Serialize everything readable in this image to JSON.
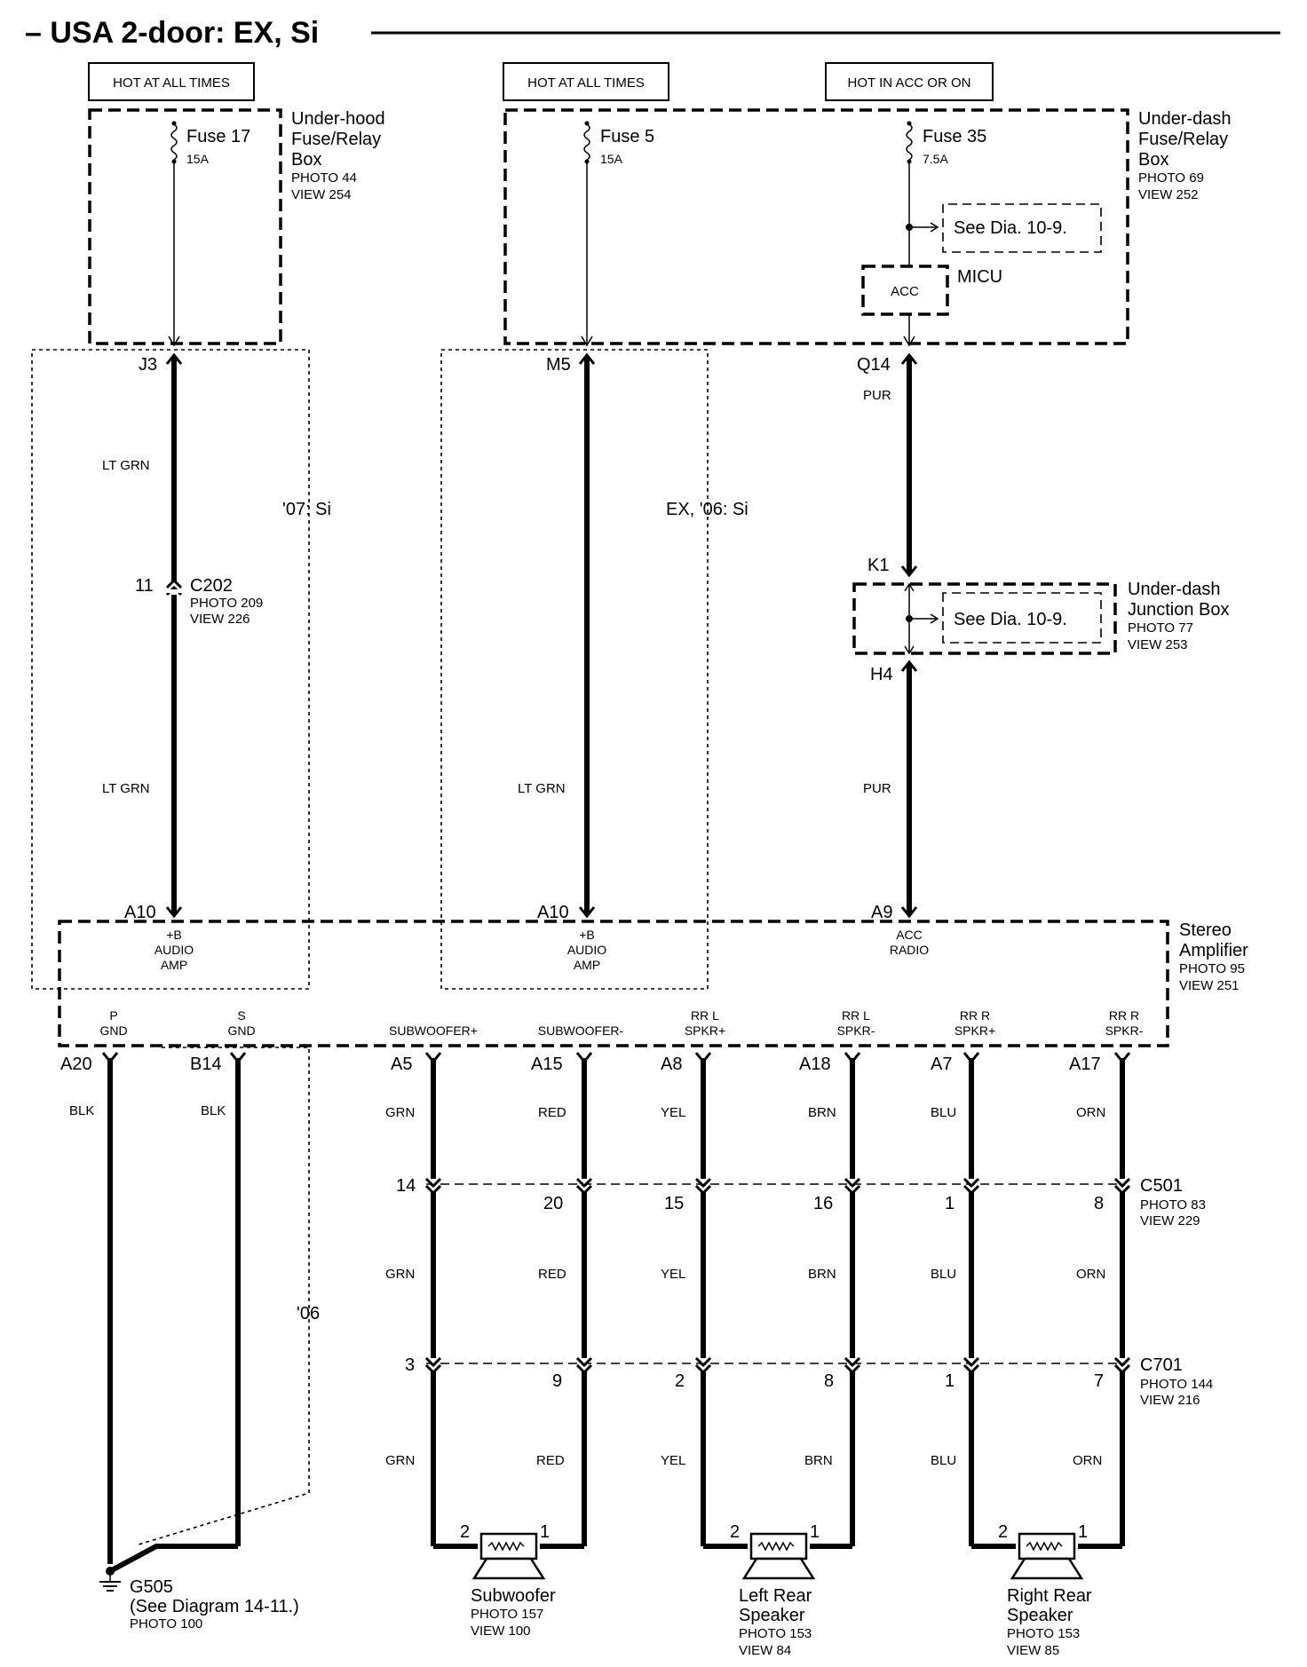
{
  "title": "– USA 2-door: EX, Si",
  "hot": {
    "left": "HOT AT ALL TIMES",
    "mid": "HOT AT ALL TIMES",
    "right": "HOT IN ACC OR ON"
  },
  "underhood": {
    "name_line1": "Under-hood",
    "name_line2": "Fuse/Relay",
    "name_line3": "Box",
    "photo": "PHOTO 44",
    "view": "VIEW 254",
    "fuse_name": "Fuse 17",
    "fuse_rating": "15A"
  },
  "underdash": {
    "name_line1": "Under-dash",
    "name_line2": "Fuse/Relay",
    "name_line3": "Box",
    "photo": "PHOTO 69",
    "view": "VIEW 252",
    "fuse5_name": "Fuse 5",
    "fuse5_rating": "15A",
    "fuse35_name": "Fuse 35",
    "fuse35_rating": "7.5A",
    "see_dia": "See Dia. 10-9.",
    "micu_label": "MICU",
    "acc_label": "ACC"
  },
  "junction": {
    "name_line1": "Under-dash",
    "name_line2": "Junction Box",
    "photo": "PHOTO 77",
    "view": "VIEW 253",
    "see_dia": "See Dia. 10-9."
  },
  "pins_top": {
    "j3": "J3",
    "m5": "M5",
    "q14": "Q14",
    "k1": "K1",
    "h4": "H4",
    "a10_left": "A10",
    "a10_mid": "A10",
    "a9": "A9"
  },
  "wire_colors_top": {
    "lt_grn_1": "LT GRN",
    "lt_grn_2": "LT GRN",
    "lt_grn_3": "LT GRN",
    "pur_1": "PUR",
    "pur_2": "PUR"
  },
  "c202": {
    "pin": "11",
    "name": "C202",
    "photo": "PHOTO 209",
    "view": "VIEW 226"
  },
  "variants": {
    "si07": "'07: Si",
    "ex06": "EX, '06: Si",
    "y06": "'06"
  },
  "amp": {
    "name_line1": "Stereo",
    "name_line2": "Amplifier",
    "photo": "PHOTO 95",
    "view": "VIEW 251",
    "t1_l1": "+B",
    "t1_l2": "AUDIO",
    "t1_l3": "AMP",
    "t2_l1": "+B",
    "t2_l2": "AUDIO",
    "t2_l3": "AMP",
    "t3_l1": "ACC",
    "t3_l2": "RADIO",
    "p_gnd_l1": "P",
    "p_gnd_l2": "GND",
    "s_gnd_l1": "S",
    "s_gnd_l2": "GND",
    "sub_pos": "SUBWOOFER+",
    "sub_neg": "SUBWOOFER-",
    "rrl_pos_l1": "RR L",
    "rrl_pos_l2": "SPKR+",
    "rrl_neg_l1": "RR L",
    "rrl_neg_l2": "SPKR-",
    "rrr_pos_l1": "RR R",
    "rrr_pos_l2": "SPKR+",
    "rrr_neg_l1": "RR R",
    "rrr_neg_l2": "SPKR-"
  },
  "bottom_pins": {
    "a20": "A20",
    "b14": "B14",
    "a5": "A5",
    "a15": "A15",
    "a8": "A8",
    "a18": "A18",
    "a7": "A7",
    "a17": "A17"
  },
  "bottom_wire": {
    "blk1": "BLK",
    "blk2": "BLK",
    "grn": "GRN",
    "red": "RED",
    "yel": "YEL",
    "brn": "BRN",
    "blu": "BLU",
    "orn": "ORN"
  },
  "c501": {
    "name": "C501",
    "photo": "PHOTO 83",
    "view": "VIEW 229",
    "p1": "14",
    "p2": "20",
    "p3": "15",
    "p4": "16",
    "p5": "1",
    "p6": "8"
  },
  "c701": {
    "name": "C701",
    "photo": "PHOTO 144",
    "view": "VIEW 216",
    "p1": "3",
    "p2": "9",
    "p3": "2",
    "p4": "8",
    "p5": "1",
    "p6": "7"
  },
  "ground": {
    "name": "G505",
    "note": "(See Diagram 14-11.)",
    "photo": "PHOTO 100"
  },
  "speakers": {
    "sub_name": "Subwoofer",
    "sub_photo": "PHOTO 157",
    "sub_view": "VIEW 100",
    "left_l1": "Left Rear",
    "left_l2": "Speaker",
    "left_photo": "PHOTO 153",
    "left_view": "VIEW 84",
    "right_l1": "Right Rear",
    "right_l2": "Speaker",
    "right_photo": "PHOTO 153",
    "right_view": "VIEW 85",
    "pin2": "2",
    "pin1": "1"
  }
}
